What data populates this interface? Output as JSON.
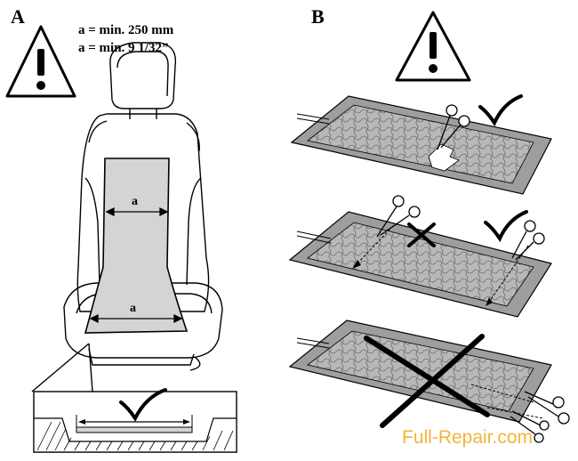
{
  "panel_a": {
    "label": "A",
    "requirement_line1": "a = min. 250 mm",
    "requirement_line2": "a = min. 9 1/32”",
    "dimension_label": "a",
    "icons": [
      "warning-triangle-icon",
      "seat-icon",
      "checkmark-icon"
    ]
  },
  "panel_b": {
    "label": "B",
    "icons": [
      "warning-triangle-icon",
      "scissors-icon",
      "checkmark-icon",
      "cross-icon"
    ]
  },
  "watermark": "Full-Repair.com",
  "colors": {
    "line": "#000000",
    "mat_fill": "#b8b8b8",
    "mat_pattern": "#8a8a8a",
    "heater_fill": "#d4d4d4",
    "watermark": "#f2b53a"
  }
}
